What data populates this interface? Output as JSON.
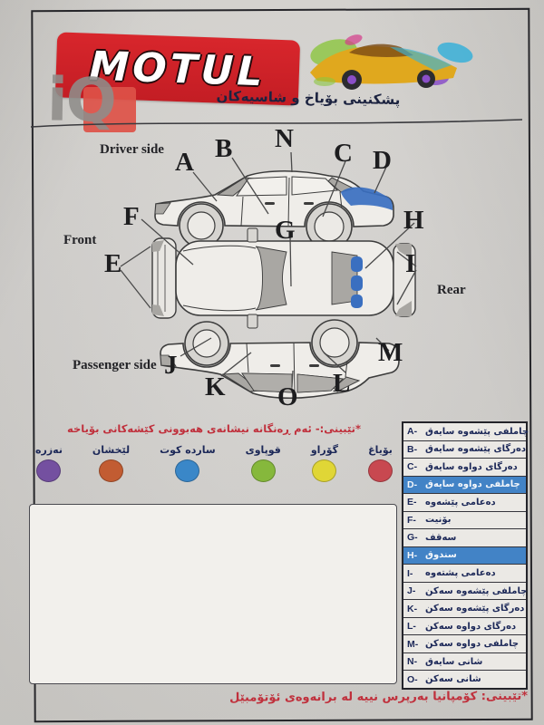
{
  "header": {
    "brand": "MOTUL",
    "watermark": "iQ",
    "subtitle": "پشکنینی بۆیاخ و شاسیەکان"
  },
  "diagram": {
    "labels": {
      "driver_side": "Driver side",
      "front": "Front",
      "rear": "Rear",
      "passenger_side": "Passenger side"
    },
    "letters": {
      "A": "A",
      "B": "B",
      "C": "C",
      "D": "D",
      "E": "E",
      "F": "F",
      "G": "G",
      "H": "H",
      "I": "I",
      "J": "J",
      "K": "K",
      "L": "L",
      "M": "M",
      "N": "N",
      "O": "O"
    },
    "marked_zones": [
      "D",
      "H"
    ]
  },
  "legend": {
    "note": "*تێبینی:- ئەم ڕەنگانە نیشانەی هەبوونی کێشەکانی بۆیاخە",
    "items": [
      {
        "label": "بۆیاغ",
        "color": "#c84850"
      },
      {
        "label": "گۆراو",
        "color": "#e0d636"
      },
      {
        "label": "قوپاوی",
        "color": "#86b83c"
      },
      {
        "label": "ساردە کوت",
        "color": "#3a87c8"
      },
      {
        "label": "لێخشان",
        "color": "#c25c32"
      },
      {
        "label": "نەزرە",
        "color": "#7450a0"
      }
    ]
  },
  "parts_table": {
    "rows": [
      {
        "key": "A-",
        "label": "چاملفی پێشەوە سایەق",
        "highlighted": false
      },
      {
        "key": "B-",
        "label": "دەرگای پێشەوە سایەق",
        "highlighted": false
      },
      {
        "key": "C-",
        "label": "دەرگای دواوە سایەق",
        "highlighted": false
      },
      {
        "key": "D-",
        "label": "چاملفی دواوە سایەق",
        "highlighted": true
      },
      {
        "key": "E-",
        "label": "دەعامی پێشەوە",
        "highlighted": false
      },
      {
        "key": "F-",
        "label": "بۆنیت",
        "highlighted": false
      },
      {
        "key": "G-",
        "label": "سەقف",
        "highlighted": false
      },
      {
        "key": "H-",
        "label": "سندوق",
        "highlighted": true
      },
      {
        "key": "I-",
        "label": "دەعامی پشتەوە",
        "highlighted": false
      },
      {
        "key": "J-",
        "label": "چاملفی پێشەوە سەکن",
        "highlighted": false
      },
      {
        "key": "K-",
        "label": "دەرگای پێشەوە سەکن",
        "highlighted": false
      },
      {
        "key": "L-",
        "label": "دەرگای دواوە سەکن",
        "highlighted": false
      },
      {
        "key": "M-",
        "label": "چاملفی دواوە سەکن",
        "highlighted": false
      },
      {
        "key": "N-",
        "label": "شانی سایەق",
        "highlighted": false
      },
      {
        "key": "O-",
        "label": "شانی سەکن",
        "highlighted": false
      }
    ]
  },
  "footer": {
    "note": "*تێبینی: کۆمپانیا بەرپرس نییە لە برانەوەی ئۆتۆمبێل"
  },
  "colors": {
    "accent_red": "#c0303c",
    "highlight_blue": "#4283c6",
    "paint_mark_blue": "#3a6fc0",
    "motul_red": "#d22028"
  }
}
